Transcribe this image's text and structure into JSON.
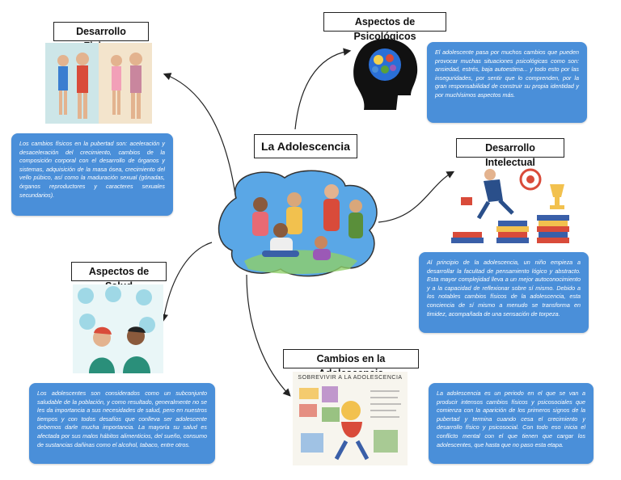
{
  "central": {
    "title": "La Adolescencia"
  },
  "nodes": {
    "fisicos": {
      "title": "Desarrollo Fisicos",
      "text": "Los cambios físicos en la pubertad son: aceleración y desaceleración del crecimiento, cambios de la composición corporal con el desarrollo de órganos y sistemas, adquisición de la masa ósea, crecimiento del vello púbico, así como la maduración sexual (gónadas, órganos reproductores y caracteres sexuales secundarios)."
    },
    "psicologicos": {
      "title": "Aspectos de Psicológicos",
      "text": "El adolescente pasa por muchos cambios que pueden provocar muchas situaciones psicológicas como son: ansiedad, estrés, baja autoestima... y todo esto por las inseguridades, por sentir que lo comprenden, por la gran responsabilidad de construir su propia identidad y por muchísimos aspectos más."
    },
    "intelectual": {
      "title": "Desarrollo Intelectual",
      "text": "Al principio de la adolescencia, un niño empieza a desarrollar la facultad de pensamiento lógico y abstracto. Esta mayor complejidad lleva a un mejor autoconocimiento y a la capacidad de reflexionar sobre sí mismo. Debido a los notables cambios físicos de la adolescencia, esta conciencia de sí mismo a menudo se transforma en timidez, acompañada de una sensación de torpeza."
    },
    "salud": {
      "title": "Aspectos de Salud",
      "text": "Los adolescentes son considerados como un subconjunto saludable de la población, y como resultado, generalmente no se les da importancia a sus necesidades de salud, pero en nuestros tiempos y con todos desafíos que conlleva ser adolescente debemos darle mucha importancia. La mayoría su salud es afectada por sus malos hábitos alimenticios, del sueño, consumo de sustancias dañinas como el alcohol, tabaco, entre otros."
    },
    "cambios": {
      "title": "Cambios en la Adolescencia",
      "text": "La adolescencia es un periodo en el que se van a producir intensos cambios físicos y psicosociales que comienza con la aparición de los primeros signos de la pubertad y termina cuando cesa el crecimiento y desarrollo físico y psicosocial. Con todo eso inicia el conflicto mental con el que tienen que cargar los adolescentes, que hasta que no paso esta etapa.",
      "drawing_caption": "SOBREVIVIR A LA ADOLESCENCIA"
    }
  },
  "colors": {
    "card": "#4a8fd9",
    "line": "#222222",
    "cloud": "#5aa7e6"
  }
}
